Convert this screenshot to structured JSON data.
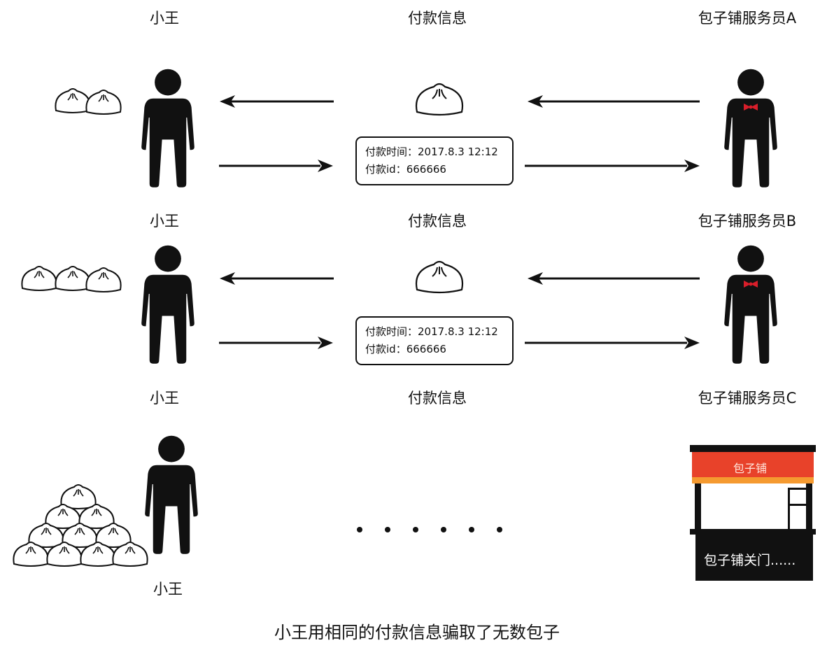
{
  "header": {
    "customer_label": "小王",
    "payment_label": "付款信息",
    "clerk_a_label": "包子铺服务员A"
  },
  "rows": [
    {
      "customer_label": "小王",
      "payment_label": "付款信息",
      "clerk_label": "包子铺服务员B",
      "payment_time": "付款时间：2017.8.3  12:12",
      "payment_id": "付款id：666666"
    },
    {
      "customer_label": "小王",
      "payment_label": "付款信息",
      "clerk_label": "包子铺服务员C",
      "payment_time": "付款时间：2017.8.3  12:12",
      "payment_id": "付款id：666666"
    }
  ],
  "final_row": {
    "customer_label": "小王",
    "shop_sign": "包子铺",
    "shop_closed": "包子铺关门......"
  },
  "caption": "小王用相同的付款信息骗取了无数包子",
  "colors": {
    "ink": "#111111",
    "bowtie": "#d81e2a",
    "awning_red": "#e8422a",
    "awning_orange": "#f59a30"
  },
  "icons": [
    "person-icon",
    "bun-icon",
    "arrow-left-icon",
    "arrow-right-icon",
    "bow-tie-icon",
    "shop-icon",
    "ellipsis-dots-icon"
  ]
}
